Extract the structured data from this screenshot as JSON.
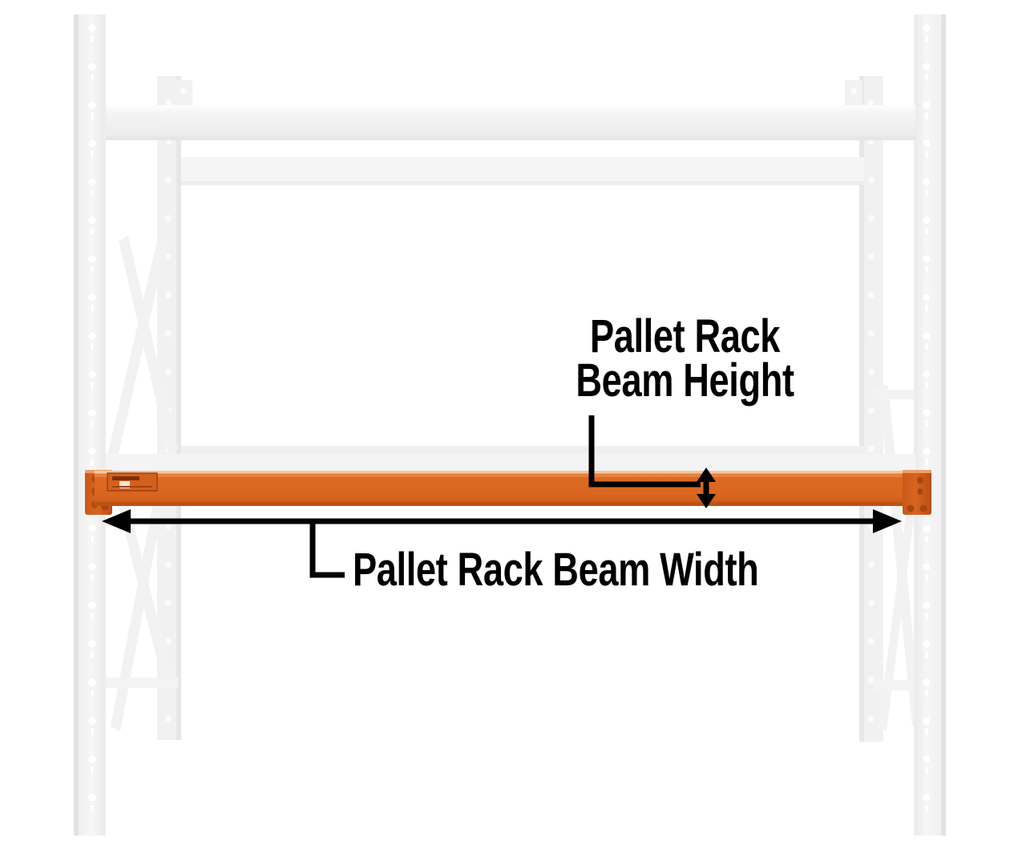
{
  "figure": {
    "subject": "pallet-rack-beam-dimensions",
    "background_color": "#ffffff"
  },
  "annotations": {
    "beam_height": {
      "line1": "Pallet Rack",
      "line2": "Beam Height",
      "text_color": "#000000",
      "leader": "elbow-down-right",
      "arrow": "vertical-double-arrow"
    },
    "beam_width": {
      "label": "Pallet Rack Beam Width",
      "text_color": "#000000",
      "leader": "elbow-down-right",
      "arrow": "horizontal-double-arrow"
    }
  },
  "components": {
    "beam": {
      "name": "pallet-rack-beam",
      "color": "#dd6620",
      "highlight_color": "#f6ac7c",
      "shadow_color": "#a84513",
      "connector_color": "#cf5c1c",
      "sticker": {
        "name": "beam-capacity-sticker",
        "background": "#d4601d",
        "border": "#8d3a0f"
      }
    },
    "uprights": {
      "name": "pallet-rack-uprights",
      "color": "#f4f4f4",
      "shade_color": "#ececec",
      "edge_color": "#e4e4e4",
      "slot_color": "#ffffff"
    },
    "braces": {
      "name": "upright-diagonal-braces",
      "color": "#f2f2f2"
    },
    "top_beams": {
      "name": "upper-rack-beams",
      "color": "#f3f3f3"
    }
  }
}
